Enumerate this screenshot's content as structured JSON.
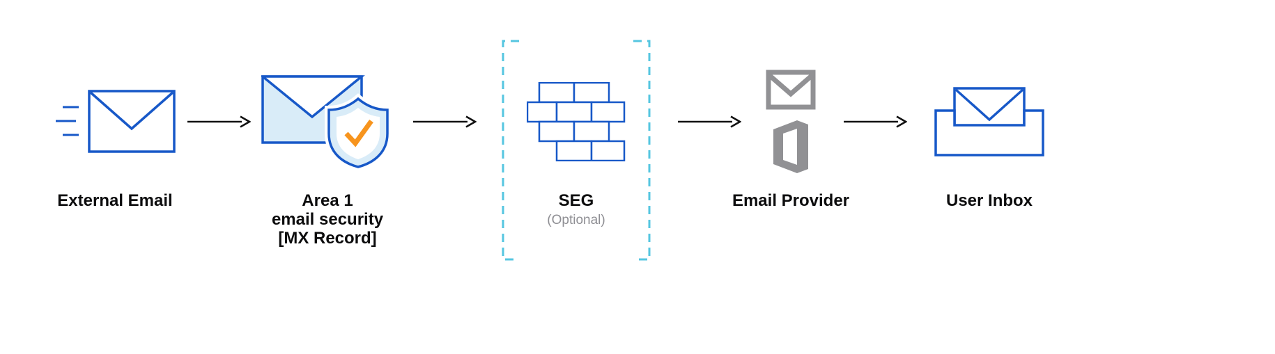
{
  "colors": {
    "blue": "#1758C8",
    "light_blue": "#D9ECF8",
    "orange": "#F7941D",
    "cyan": "#55C6E0",
    "gray_icon": "#919194",
    "gray_text": "#8E8E93",
    "arrow": "#111111",
    "background": "#FFFFFF"
  },
  "nodes": {
    "external_email": {
      "label": "External Email"
    },
    "area1_email_security": {
      "label_line1": "Area 1",
      "label_line2": "email security",
      "label_line3": "[MX Record]"
    },
    "seg": {
      "label": "SEG",
      "sublabel": "(Optional)"
    },
    "email_provider": {
      "label": "Email Provider"
    },
    "user_inbox": {
      "label": "User Inbox"
    }
  },
  "icons": {
    "external_email": "incoming-envelope-icon",
    "area1_email_security": "envelope-shield-check-icon",
    "seg": "firewall-bricks-icon",
    "seg_frame": "dashed-bracket-frame",
    "email_provider": [
      "gmail-envelope-icon",
      "office-icon"
    ],
    "user_inbox": "inbox-envelope-icon",
    "connector": "right-arrow-icon"
  }
}
